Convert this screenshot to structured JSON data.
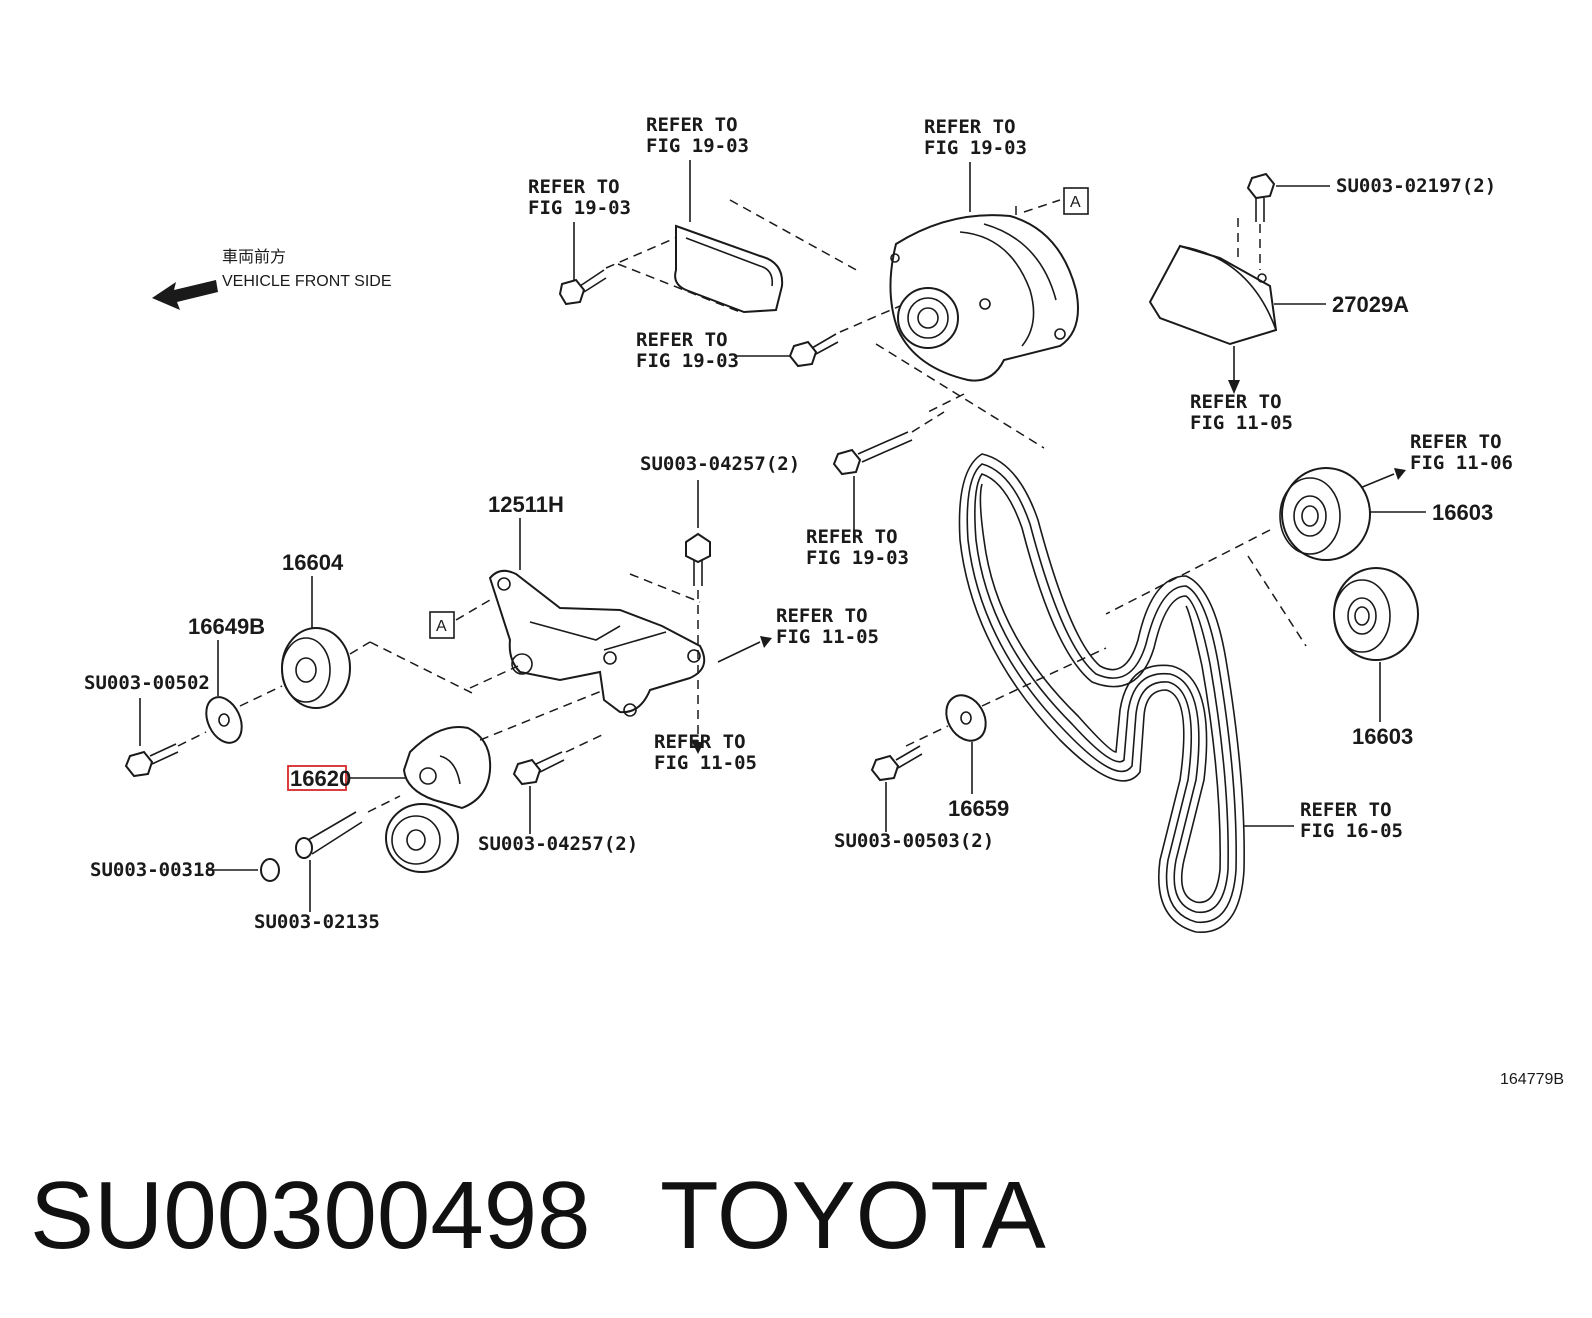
{
  "front_side": {
    "japanese": "車両前方",
    "english": "VEHICLE FRONT SIDE"
  },
  "refers": [
    {
      "line1": "REFER TO",
      "line2": "FIG 19-03"
    },
    {
      "line1": "REFER TO",
      "line2": "FIG 19-03"
    },
    {
      "line1": "REFER TO",
      "line2": "FIG 19-03"
    },
    {
      "line1": "REFER TO",
      "line2": "FIG 19-03"
    },
    {
      "line1": "REFER TO",
      "line2": "FIG 19-03"
    },
    {
      "line1": "REFER TO",
      "line2": "FIG 11-05"
    },
    {
      "line1": "REFER TO",
      "line2": "FIG 11-06"
    },
    {
      "line1": "REFER TO",
      "line2": "FIG 11-05"
    },
    {
      "line1": "REFER TO",
      "line2": "FIG 11-05"
    },
    {
      "line1": "REFER TO",
      "line2": "FIG 16-05"
    }
  ],
  "parts": {
    "p_02197": "SU003-02197(2)",
    "p_27029A": "27029A",
    "p_04257_top": "SU003-04257(2)",
    "p_12511H": "12511H",
    "p_16604": "16604",
    "p_16649B": "16649B",
    "p_00502": "SU003-00502",
    "p_16620": "16620",
    "p_00318": "SU003-00318",
    "p_02135": "SU003-02135",
    "p_04257_bot": "SU003-04257(2)",
    "p_16603_top": "16603",
    "p_16603_bot": "16603",
    "p_16659": "16659",
    "p_00503": "SU003-00503(2)"
  },
  "marker_a": "A",
  "figure_code": "164779B",
  "caption": {
    "part_number": "SU00300498",
    "brand": "TOYOTA"
  },
  "highlight_color": "#d62828"
}
